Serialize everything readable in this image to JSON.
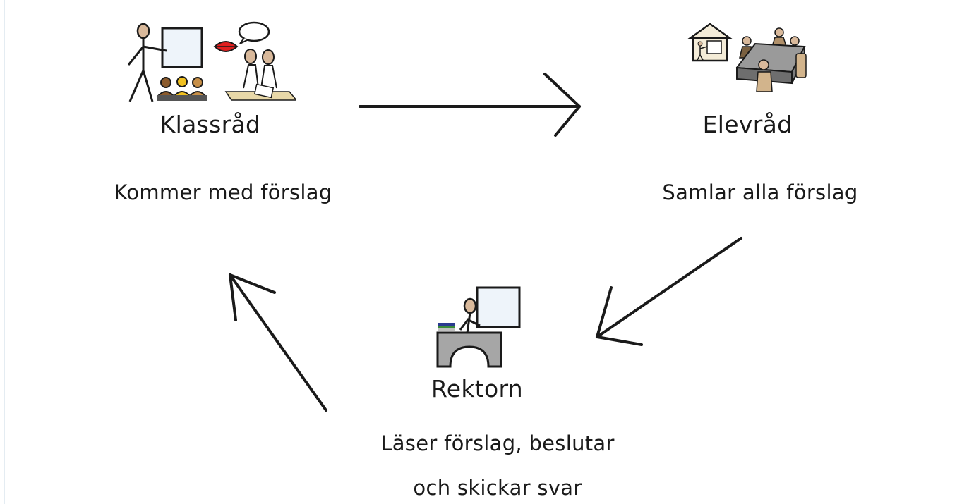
{
  "nodes": [
    {
      "id": "klassrad",
      "title": "Klassråd",
      "description": [
        "Kommer med förslag"
      ]
    },
    {
      "id": "elevrad",
      "title": "Elevråd",
      "description": [
        "Samlar alla förslag"
      ]
    },
    {
      "id": "rektorn",
      "title": "Rektorn",
      "description": [
        "Läser förslag, beslutar",
        "och skickar svar"
      ]
    }
  ],
  "edges": [
    {
      "from": "klassrad",
      "to": "elevrad"
    },
    {
      "from": "elevrad",
      "to": "rektorn"
    },
    {
      "from": "rektorn",
      "to": "klassrad"
    }
  ],
  "icons": [
    "classroom-teacher-icon",
    "student-discussion-icon",
    "school-house-icon",
    "meeting-table-icon",
    "principal-desk-icon"
  ],
  "colors": {
    "line": "#1a1a1a",
    "skin": "#d9b99b",
    "whiteboard": "#eef4fa",
    "table": "#8a8a8a"
  }
}
